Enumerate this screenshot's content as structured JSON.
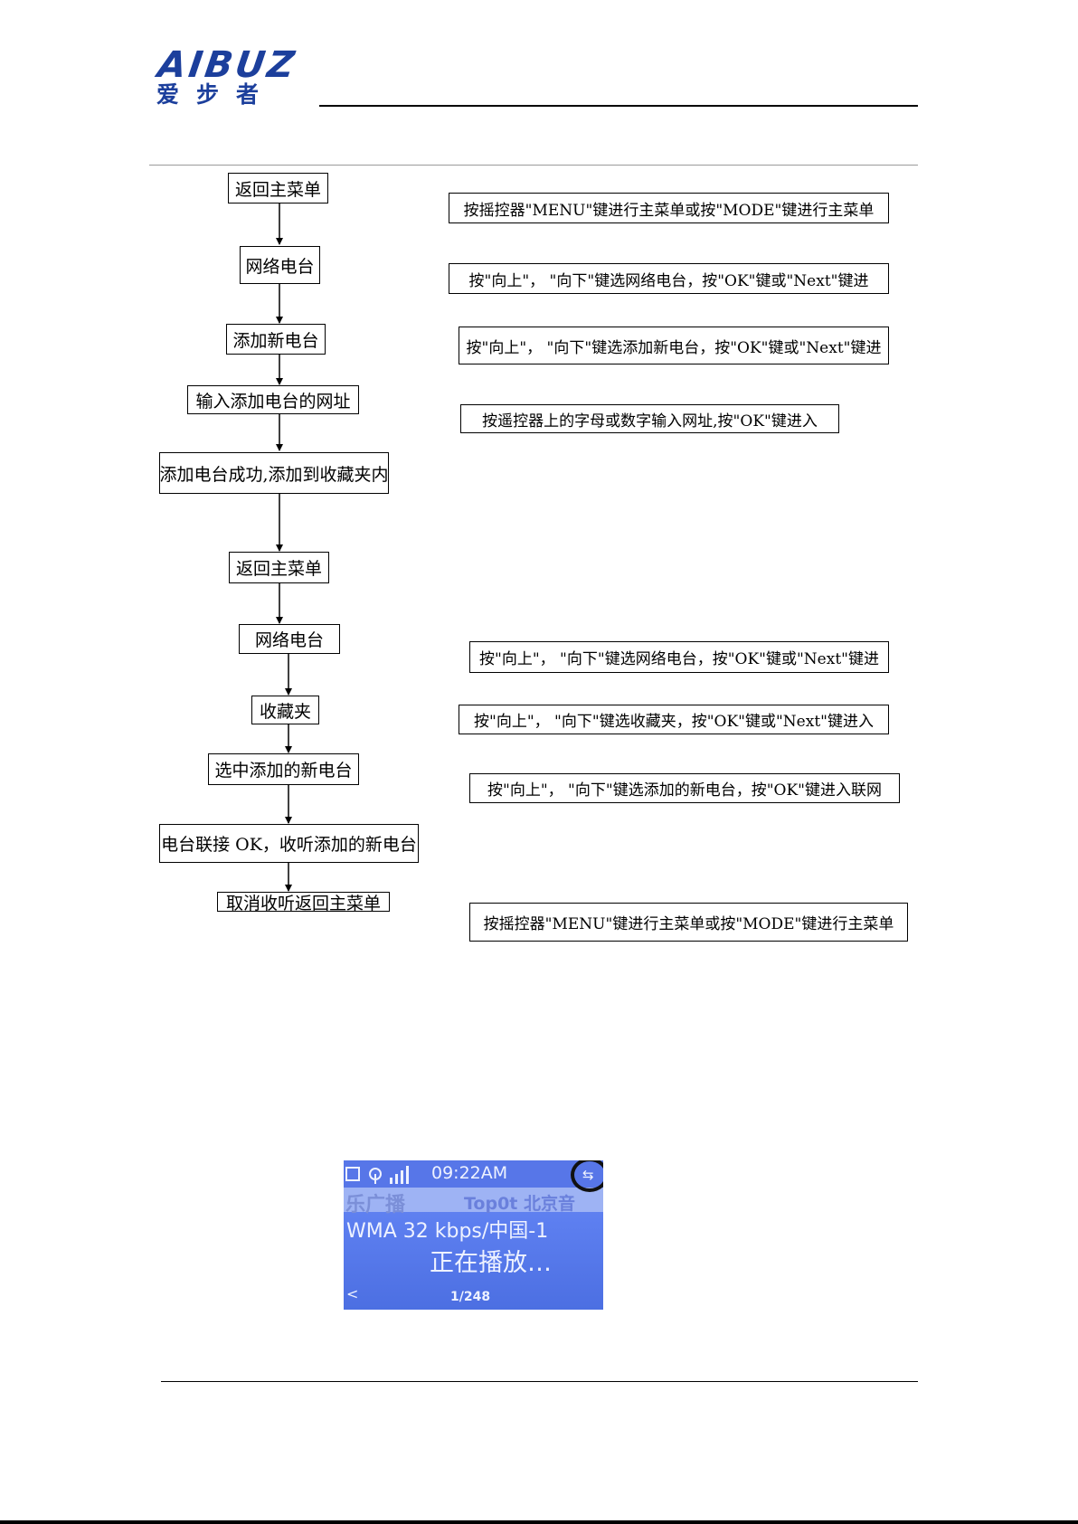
{
  "header": {
    "logo_text": "AIBUZ",
    "logo_cn": "爱步者",
    "brand_color": "#1c3f9c"
  },
  "flow": {
    "steps": [
      "返回主菜单",
      "网络电台",
      "添加新电台",
      "输入添加电台的网址",
      "添加电台成功,添加到收藏夹内",
      "返回主菜单",
      "网络电台",
      "收藏夹",
      "选中添加的新电台",
      "电台联接  OK，收听添加的新电台",
      "取消收听返回主菜单"
    ],
    "instructions": [
      "按摇控器\"MENU\"键进行主菜单或按\"MODE\"键进行主菜单",
      "按\"向上\"，  \"向下\"键选网络电台，按\"OK\"键或\"Next\"键进",
      "按\"向上\"，  \"向下\"键选添加新电台，按\"OK\"键或\"Next\"键进",
      "按遥控器上的字母或数字输入网址,按\"OK\"键进入",
      "按\"向上\"，  \"向下\"键选网络电台，按\"OK\"键或\"Next\"键进",
      "按\"向上\"，  \"向下\"键选收藏夹，按\"OK\"键或\"Next\"键进入",
      "按\"向上\"，  \"向下\"键选添加的新电台，按\"OK\"键进入联网",
      "按摇控器\"MENU\"键进行主菜单或按\"MODE\"键进行主菜单"
    ]
  },
  "lcd": {
    "time": "09:22AM",
    "channel_left": "乐广播",
    "channel_right": "Top0t 北京音",
    "format": "WMA  32 kbps/中国-1",
    "status": "正在播放…",
    "index": "1/248",
    "back_glyph": "<",
    "net_icon": "network-icon",
    "bg_color": "#5d7ff0",
    "highlight_color": "#111111"
  }
}
